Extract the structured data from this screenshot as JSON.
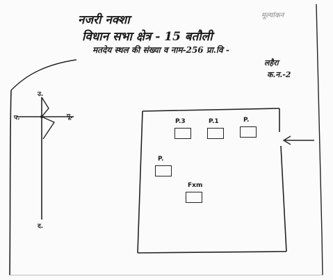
{
  "header": {
    "title": "नजरी नक्शा",
    "line2": "विधान सभा क्षेत्र - 15 बतौली",
    "line3": "मतदेय स्थल की संख्या व नाम-256 प्रा.वि -",
    "line4": "लहैरा",
    "line5": "क.न.-2",
    "corner_note": "मूल्यांकन"
  },
  "compass": {
    "north": "उ.",
    "south": "द.",
    "east": "पू.",
    "west": "प."
  },
  "map": {
    "booths": [
      {
        "label": "P.3"
      },
      {
        "label": "P.1"
      },
      {
        "label": "P."
      },
      {
        "label": "P."
      },
      {
        "label": "Fxm"
      }
    ]
  }
}
